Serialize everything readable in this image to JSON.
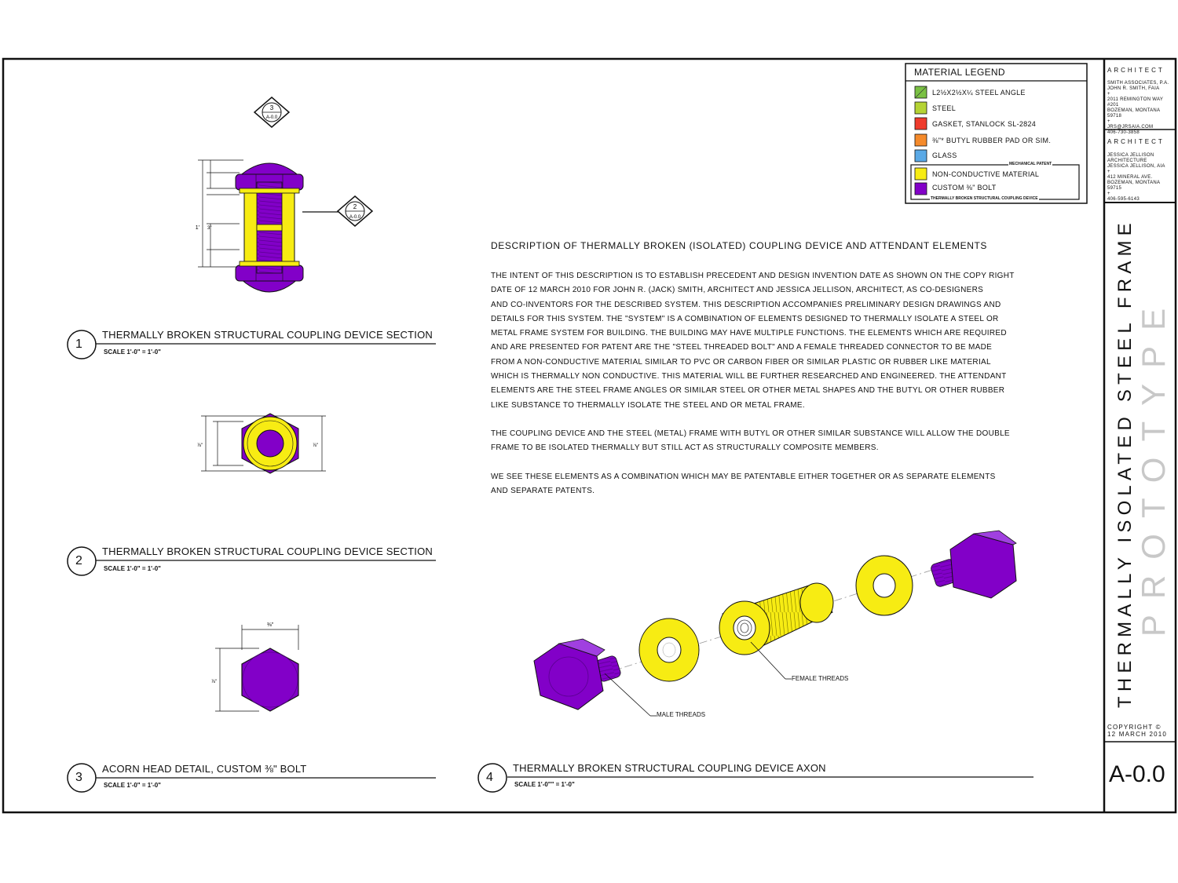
{
  "details": [
    {
      "number": "1",
      "title": "THERMALLY BROKEN STRUCTURAL COUPLING DEVICE SECTION",
      "scale": "SCALE 1'-0\" = 1'-0\""
    },
    {
      "number": "2",
      "title": "THERMALLY BROKEN STRUCTURAL COUPLING DEVICE SECTION",
      "scale": "SCALE 1'-0\" = 1'-0\""
    },
    {
      "number": "3",
      "title": "ACORN HEAD DETAIL, CUSTOM ⅜\" BOLT",
      "scale": "SCALE 1'-0\" = 1'-0\""
    },
    {
      "number": "4",
      "title": "THERMALLY BROKEN STRUCTURAL COUPLING DEVICE AXON",
      "scale": "SCALE 1'-0\"\" = 1'-0\""
    }
  ],
  "section_markers": [
    {
      "top": "3",
      "bottom": "A-0.0"
    },
    {
      "top": "2",
      "bottom": "A-0.0"
    }
  ],
  "dimensions": {
    "d1_total": "1'",
    "d1_mid": "3\"",
    "d2_left": "⅞\"",
    "d2_right": "⅞\"",
    "d3_top": "⅜\"",
    "d3_left": "⅞\""
  },
  "description": {
    "title": "DESCRIPTION OF THERMALLY BROKEN (ISOLATED) COUPLING DEVICE AND ATTENDANT ELEMENTS",
    "para1_lines": [
      "THE INTENT OF THIS DESCRIPTION IS TO ESTABLISH PRECEDENT AND DESIGN INVENTION DATE AS SHOWN ON THE COPY RIGHT",
      "DATE OF 12 MARCH 2010 FOR JOHN R. (JACK) SMITH, ARCHITECT AND JESSICA JELLISON, ARCHITECT, AS CO-DESIGNERS",
      "AND CO-INVENTORS FOR THE DESCRIBED SYSTEM. THIS DESCRIPTION ACCOMPANIES PRELIMINARY DESIGN DRAWINGS AND",
      "DETAILS FOR THIS SYSTEM. THE \"SYSTEM\" IS A COMBINATION OF ELEMENTS DESIGNED TO THERMALLY ISOLATE A STEEL OR",
      "METAL FRAME SYSTEM FOR BUILDING. THE BUILDING MAY HAVE MULTIPLE FUNCTIONS. THE ELEMENTS WHICH ARE REQUIRED",
      "AND ARE PRESENTED FOR PATENT ARE THE \"STEEL THREADED BOLT\" AND A FEMALE THREADED CONNECTOR TO BE MADE",
      "FROM A NON-CONDUCTIVE MATERIAL SIMILAR TO PVC OR CARBON FIBER OR SIMILAR PLASTIC OR RUBBER LIKE MATERIAL",
      "WHICH IS THERMALLY NON CONDUCTIVE. THIS MATERIAL WILL BE FURTHER RESEARCHED AND ENGINEERED. THE ATTENDANT",
      "ELEMENTS ARE THE STEEL FRAME ANGLES OR SIMILAR STEEL OR OTHER METAL SHAPES AND THE BUTYL OR OTHER RUBBER",
      "LIKE SUBSTANCE TO THERMALLY ISOLATE THE STEEL AND OR METAL FRAME."
    ],
    "para2_lines": [
      "THE COUPLING DEVICE AND THE STEEL (METAL) FRAME WITH BUTYL OR OTHER SIMILAR SUBSTANCE WILL ALLOW THE DOUBLE",
      " FRAME TO BE ISOLATED THERMALLY BUT STILL ACT AS STRUCTURALLY COMPOSITE MEMBERS."
    ],
    "para3_lines": [
      "WE SEE THESE ELEMENTS AS A COMBINATION WHICH MAY BE PATENTABLE EITHER TOGETHER OR AS SEPARATE ELEMENTS",
      "AND SEPARATE PATENTS."
    ]
  },
  "legend": {
    "title": "MATERIAL LEGEND",
    "items": [
      {
        "label": "L2½X2½X¼ STEEL ANGLE",
        "color": "#7ac143"
      },
      {
        "label": "STEEL",
        "color": "#b5d334"
      },
      {
        "label": "GASKET, STANLOCK SL-2824",
        "color": "#ef3b2c"
      },
      {
        "label": "⅜\"* BUTYL RUBBER PAD OR SIM.",
        "color": "#f58a2a"
      },
      {
        "label": "GLASS",
        "color": "#5aa9e6"
      },
      {
        "label": "NON-CONDUCTIVE MATERIAL",
        "color": "#f7ec13"
      },
      {
        "label": "CUSTOM ⅜\" BOLT",
        "color": "#8200c8"
      }
    ],
    "box_top_label": "MECHANICAL PATENT",
    "box_bottom_label": "THERMALLY BROKEN STRUCTURAL COUPLING DEVICE"
  },
  "title_block": {
    "architect1_heading": "ARCHITECT",
    "architect1_lines": [
      "SMITH ASSOCIATES, P.A.",
      "JOHN R. SMITH, FAIA",
      "+",
      "2011 REMINGTON WAY #201",
      "BOZEMAN, MONTANA 59718",
      "+",
      "JRS@JRSAIA.COM",
      "406-730-3858"
    ],
    "architect2_heading": "ARCHITECT",
    "architect2_lines": [
      "JESSICA JELLISON ARCHITECTURE",
      "JESSICA JELLISON, AIA",
      "+",
      "412 MINERAL AVE.",
      "BOZEMAN, MONTANA 59715",
      "+",
      "406-595-6143"
    ],
    "project_title": "THERMALLY ISOLATED STEEL FRAME",
    "watermark": "PROTOTYPE",
    "copyright_lines": [
      "COPYRIGHT ©",
      "12 MARCH 2010"
    ],
    "sheet_number": "A-0.0"
  },
  "axon_labels": {
    "female": "FEMALE THREADS",
    "male": "MALE THREADS"
  },
  "colors": {
    "bolt": "#8200c8",
    "nonconductive": "#f7ec13",
    "line": "#111111"
  }
}
